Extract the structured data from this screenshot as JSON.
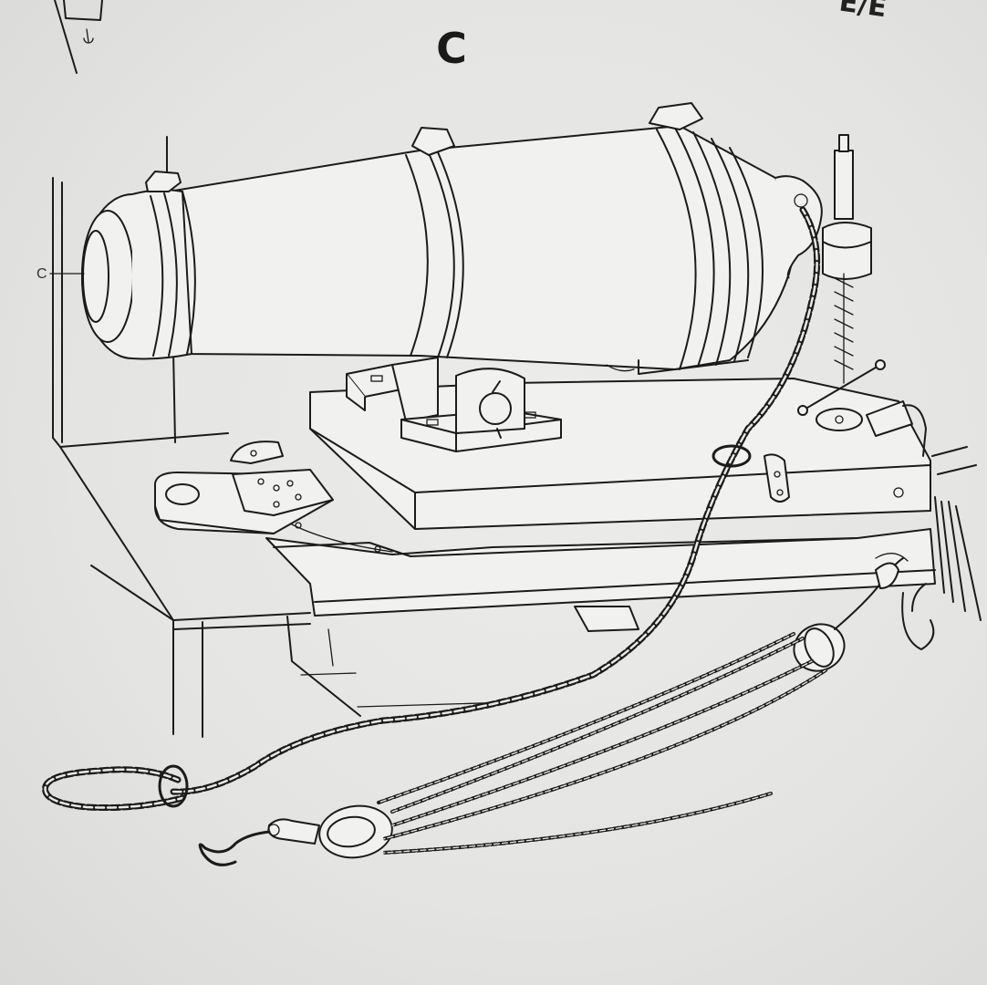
{
  "figure": {
    "heading": "C",
    "corner_fragment": "E/E",
    "callout_muzzle": "C",
    "callout_carriage": "C"
  }
}
